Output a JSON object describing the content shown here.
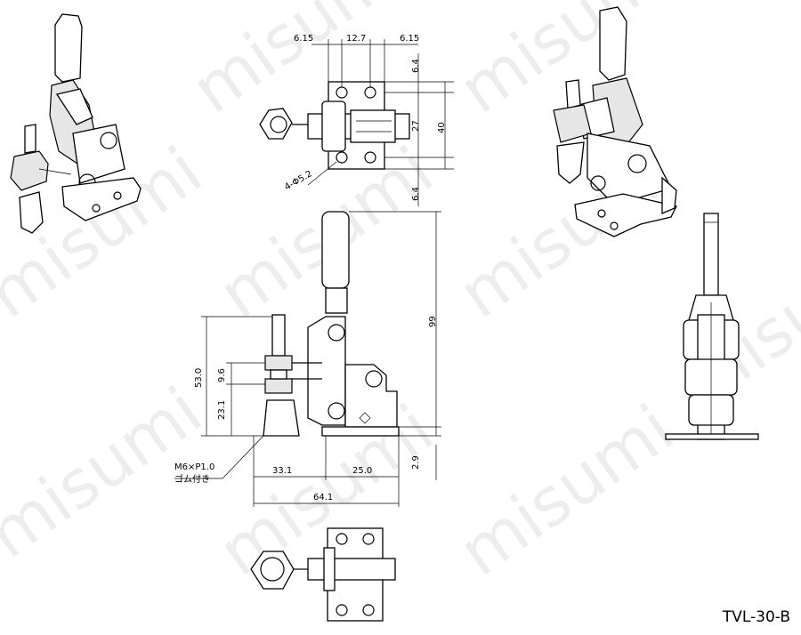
{
  "watermark_text": "misumi",
  "part_code": "TVL-30-B",
  "dimensions": {
    "top_view": {
      "d1": "6.15",
      "d2": "12.7",
      "d3": "6.15",
      "d4": "6.4",
      "d5": "27",
      "d6": "40",
      "d7": "6.4",
      "hole_spec": "4-Φ5.2"
    },
    "front_view": {
      "height_total": "99",
      "height_53": "53.0",
      "height_9_6": "9.6",
      "height_23_1": "23.1",
      "base_2_9": "2.9",
      "len_33_1": "33.1",
      "len_25_0": "25.0",
      "len_64_1": "64.1",
      "thread": "M6×P1.0",
      "tip_material": "ゴム付き"
    }
  }
}
